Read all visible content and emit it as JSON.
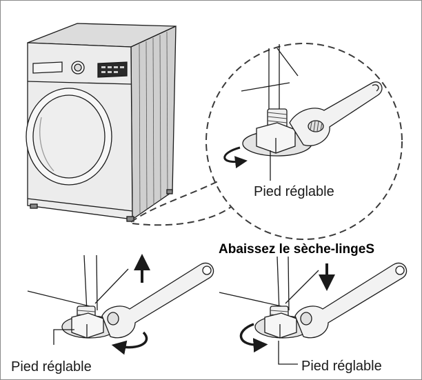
{
  "labels": {
    "adjustable_foot_zoom": "Pied réglable",
    "adjustable_foot_left": "Pied réglable",
    "adjustable_foot_right": "Pied réglable",
    "lower_dryer": "Abaissez le sèche-lingeS"
  },
  "icons": {
    "rotate_left": "rotate-counterclockwise-arrow",
    "rotate_right": "rotate-clockwise-arrow",
    "raise": "arrow-up",
    "lower": "arrow-down"
  },
  "colors": {
    "line": "#1a1a1a",
    "machine_fill": "#e8e8e8",
    "machine_shade": "#cfcfcf",
    "frame": "#8a8a8a"
  }
}
